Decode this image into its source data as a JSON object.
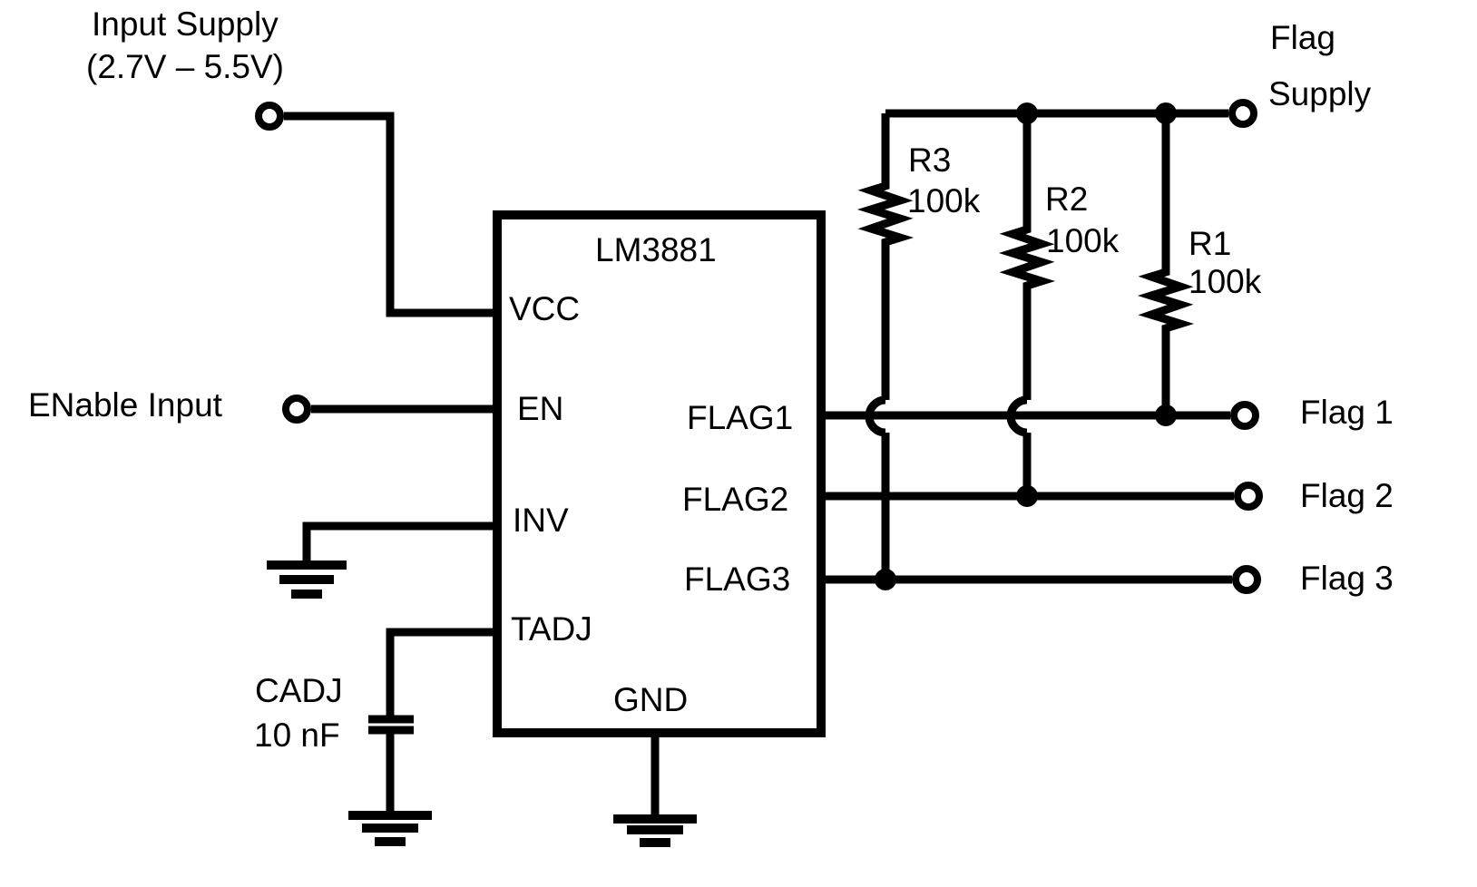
{
  "schematic": {
    "ic": {
      "title": "LM3881",
      "pins": {
        "vcc": "VCC",
        "en": "EN",
        "inv": "INV",
        "tadj": "TADJ",
        "gnd": "GND",
        "flag1": "FLAG1",
        "flag2": "FLAG2",
        "flag3": "FLAG3"
      }
    },
    "sources": {
      "input_supply_line1": "Input Supply",
      "input_supply_line2": "(2.7V – 5.5V)",
      "enable_input": "ENable Input",
      "flag_supply_line1": "Flag",
      "flag_supply_line2": "Supply"
    },
    "outputs": {
      "flag1": "Flag 1",
      "flag2": "Flag 2",
      "flag3": "Flag 3"
    },
    "resistors": [
      {
        "name": "R3",
        "value": "100k"
      },
      {
        "name": "R2",
        "value": "100k"
      },
      {
        "name": "R1",
        "value": "100k"
      }
    ],
    "capacitor": {
      "name": "CADJ",
      "value": "10 nF"
    },
    "colors": {
      "line": "#000000",
      "background": "#ffffff"
    }
  }
}
